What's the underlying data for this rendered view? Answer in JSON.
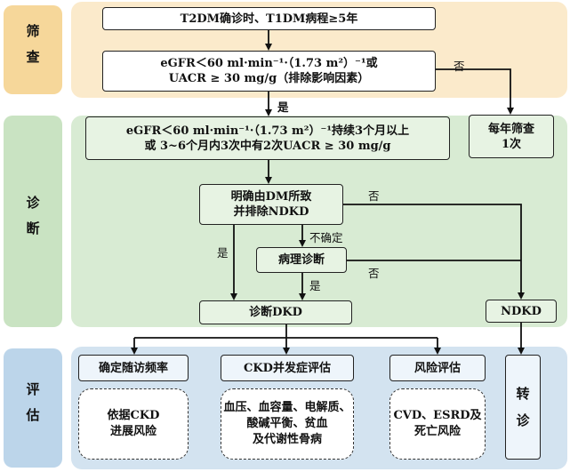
{
  "colors": {
    "screen_band": "#fbeacb",
    "screen_side": "#f6d79a",
    "diag_band": "#d8ebd3",
    "diag_side": "#c9e3c2",
    "eval_band": "#d3e3f0",
    "eval_side": "#bcd5ea",
    "box_screen": "#ffffff",
    "box_diag": "#e7f3e3",
    "box_eval": "#eef5fb"
  },
  "sections": {
    "screening": "筛查",
    "diagnosis": "诊断",
    "evaluation": "评估"
  },
  "nodes": {
    "start": "T2DM确诊时、T1DM病程≥5年",
    "screen_criteria": "eGFR＜60 ml·min⁻¹·（1.73 m²）⁻¹或\nUACR ≥ 30 mg/g（排除影响因素）",
    "yearly": "每年筛查\n1次",
    "diag_criteria": "eGFR＜60 ml·min⁻¹·（1.73 m²）⁻¹持续3个月以上\n或 3~6个月内3次中有2次UACR ≥ 30 mg/g",
    "clear_dm": "明确由DM所致\n并排除NDKD",
    "pathology": "病理诊断",
    "dkd": "诊断DKD",
    "ndkd": "NDKD",
    "followup": "确定随访频率",
    "complication": "CKD并发症评估",
    "risk": "风险评估",
    "referral": "转\n诊",
    "followup_detail": "依据CKD\n进展风险",
    "complication_detail": "血压、血容量、电解质、\n酸碱平衡、贫血\n及代谢性骨病",
    "risk_detail": "CVD、ESRD及\n死亡风险"
  },
  "edge_labels": {
    "no1": "否",
    "yes1": "是",
    "no2": "否",
    "uncertain": "不确定",
    "yes2": "是",
    "no3": "否",
    "yes3": "是"
  }
}
